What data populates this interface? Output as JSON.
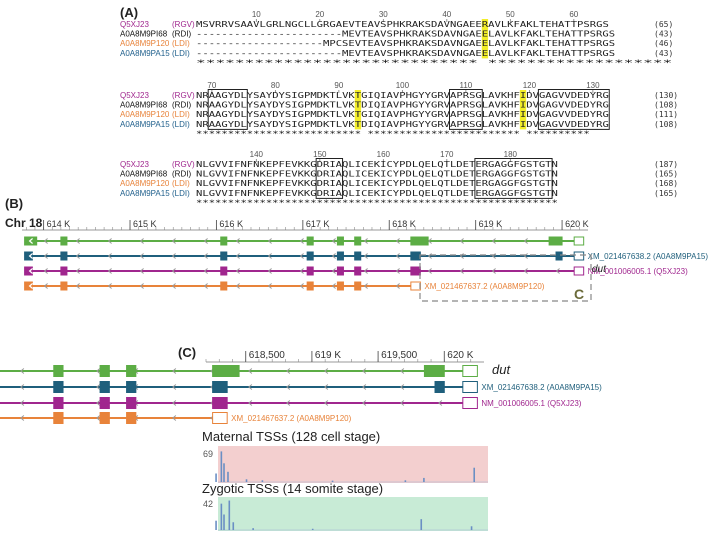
{
  "colors": {
    "RGV": "#a0268e",
    "RDI": "#111111",
    "LDI": "#e8833a",
    "LDI2": "#1f5f8c",
    "green": "#5cad45",
    "lightgreen": "#a8d69a",
    "teal": "#1f5f7c",
    "magenta": "#a0268e",
    "orange": "#e8833a",
    "highlight": "#f2ee2a",
    "maternal_bg": "#f3cfcf",
    "zygotic_bg": "#c8ebd6",
    "tss_bar": "#6a8fc4",
    "dash": "#888888",
    "c_label": "#6b6b3a"
  },
  "panels": {
    "A": "(A)",
    "B": "(B)",
    "C": "(C)"
  },
  "alignment": {
    "blocks": [
      {
        "ruler": [
          {
            "label": "10",
            "col": 10
          },
          {
            "label": "20",
            "col": 20
          },
          {
            "label": "30",
            "col": 30
          },
          {
            "label": "40",
            "col": 40
          },
          {
            "label": "50",
            "col": 50
          },
          {
            "label": "60",
            "col": 60
          }
        ],
        "rows": [
          {
            "id": "Q5XJ23",
            "tag": "(RGV)",
            "seq": "MSVRRVSAAVLGRLNGCLLGRGAEVTEAVSPHKRAKSDAVNGAEERAVLKFAKLTEHATTPSRGS",
            "num": "(65)",
            "color": "RGV"
          },
          {
            "id": "A0A8M9PI68",
            "tag": "(RDI)",
            "seq": "-----------------------MEVTEAVSPHKRAKSDAVNGAEELAVLKFAKLTEHATTPSRGS",
            "num": "(43)",
            "color": "RDI"
          },
          {
            "id": "A0A8M9P120",
            "tag": "(LDI)",
            "seq": "--------------------MPCSEVTEAVSPHKRAKSDAVNGAEELAVLKFAKLTEHATTPSRGS",
            "num": "(46)",
            "color": "LDI"
          },
          {
            "id": "A0A8M9PA15",
            "tag": "(LDI)",
            "seq": "-----------------------MEVTEAVSPHKRAKSDAVNGAEELAVLKFAKLTEHATTPSRGS",
            "num": "(43)",
            "color": "LDI2"
          }
        ],
        "consensus": "                         *****************************  *******************",
        "highlights": [
          46
        ],
        "boxes": []
      },
      {
        "ruler": [
          {
            "label": "70",
            "col": 3
          },
          {
            "label": "80",
            "col": 13
          },
          {
            "label": "90",
            "col": 23
          },
          {
            "label": "100",
            "col": 33
          },
          {
            "label": "110",
            "col": 43
          },
          {
            "label": "120",
            "col": 53
          },
          {
            "label": "130",
            "col": 63
          }
        ],
        "rows": [
          {
            "id": "Q5XJ23",
            "tag": "(RGV)",
            "seq": "NRAAGYDLYSAYDYSIGPMDKTLVKTGIQIAVPHGYYGRVAPRSGLAVKHFIDVGAGVVDEDYRG",
            "num": "(130)",
            "color": "RGV"
          },
          {
            "id": "A0A8M9PI68",
            "tag": "(RDI)",
            "seq": "NRAAGYDLYSAYDYSIGPMDKTLVKTDIQIAVPHGYYGRVAPRSGLAVKHFIDVGAGVVDEDYRG",
            "num": "(108)",
            "color": "RDI"
          },
          {
            "id": "A0A8M9P120",
            "tag": "(LDI)",
            "seq": "NRAAGYDLYSAYDYSIGPMDKTLVKTGIQIAVPHGYYGRVAPRSGLAVKHFIDVGAGVVDEDYRG",
            "num": "(111)",
            "color": "LDI"
          },
          {
            "id": "A0A8M9PA15",
            "tag": "(LDI)",
            "seq": "NRAAGYDLYSAYDYSIGPMDKTLVKTDIQIAVPHGYYGRVAPRSGLAVKHFIDVGAGVVDEDYRG",
            "num": "(108)",
            "color": "LDI2"
          }
        ],
        "consensus": "************************** ************************ **********",
        "highlights": [
          26,
          52
        ],
        "boxes": [
          [
            3,
            8
          ],
          [
            41,
            45
          ],
          [
            55,
            65
          ]
        ]
      },
      {
        "ruler": [
          {
            "label": "140",
            "col": 10
          },
          {
            "label": "150",
            "col": 20
          },
          {
            "label": "160",
            "col": 30
          },
          {
            "label": "170",
            "col": 40
          },
          {
            "label": "180",
            "col": 50
          }
        ],
        "rows": [
          {
            "id": "Q5XJ23",
            "tag": "(RGV)",
            "seq": "NLGVVIFNFNKEPFEVKKGDRIAQLICEKICYPDLQELQTLDETERGAGGFGSTGTN",
            "num": "(187)",
            "color": "RGV"
          },
          {
            "id": "A0A8M9PI68",
            "tag": "(RDI)",
            "seq": "NLGVVIFNFNKEPFEVKKGDRIAQLICEKICYPDLQELQTLDETERGAGGFGSTGTN",
            "num": "(165)",
            "color": "RDI"
          },
          {
            "id": "A0A8M9P120",
            "tag": "(LDI)",
            "seq": "NLGVVIFNFNKEPFEVKKGDRIAQLICEKICYPDLQELQTLDETERGAGGFGSTGTN",
            "num": "(168)",
            "color": "LDI"
          },
          {
            "id": "A0A8M9PA15",
            "tag": "(LDI)",
            "seq": "NLGVVIFNFNKEPFEVKKGDRIAQLICEKICYPDLQELQTLDETERGAGGFGSTGTN",
            "num": "(165)",
            "color": "LDI2"
          }
        ],
        "consensus": "*********************************************************",
        "highlights": [],
        "boxes": [
          [
            20,
            23
          ],
          [
            45,
            56
          ]
        ]
      }
    ]
  },
  "genome": {
    "chr_label": "Chr 18",
    "ticks": [
      {
        "label": "614 K",
        "pos": 614
      },
      {
        "label": "615 K",
        "pos": 615
      },
      {
        "label": "616 K",
        "pos": 616
      },
      {
        "label": "617 K",
        "pos": 617
      },
      {
        "label": "618 K",
        "pos": 618
      },
      {
        "label": "619 K",
        "pos": 619
      },
      {
        "label": "620 K",
        "pos": 620
      }
    ],
    "range_kb": [
      613.75,
      620.3
    ],
    "gene_label": "dut",
    "transcripts": [
      {
        "name": "",
        "color": "green",
        "start": 613.78,
        "end": 620.25,
        "exons": [
          [
            613.78,
            613.92
          ],
          [
            614.2,
            614.27
          ],
          [
            616.05,
            616.12
          ],
          [
            617.05,
            617.12
          ],
          [
            617.4,
            617.47
          ],
          [
            617.6,
            617.67
          ],
          [
            618.25,
            618.45
          ],
          [
            619.85,
            620.0
          ],
          [
            620.14,
            620.25
          ]
        ]
      },
      {
        "name": "XM_021467638.2 (A0A8M9PA15)",
        "color": "teal",
        "start": 613.78,
        "end": 620.25,
        "exons": [
          [
            613.78,
            613.87
          ],
          [
            614.2,
            614.27
          ],
          [
            616.05,
            616.12
          ],
          [
            617.05,
            617.12
          ],
          [
            617.4,
            617.47
          ],
          [
            617.6,
            617.67
          ],
          [
            618.25,
            618.36
          ],
          [
            619.93,
            620.0
          ],
          [
            620.14,
            620.25
          ]
        ]
      },
      {
        "name": "NM_001006005.1 (Q5XJ23)",
        "color": "magenta",
        "start": 613.78,
        "end": 620.25,
        "exons": [
          [
            613.78,
            613.87
          ],
          [
            614.2,
            614.27
          ],
          [
            616.05,
            616.12
          ],
          [
            617.05,
            617.12
          ],
          [
            617.4,
            617.47
          ],
          [
            617.6,
            617.67
          ],
          [
            618.25,
            618.36
          ],
          [
            620.14,
            620.25
          ]
        ]
      },
      {
        "name": "XM_021467637.2 (A0A8M9P120)",
        "color": "orange",
        "start": 613.78,
        "end": 618.36,
        "exons": [
          [
            613.78,
            613.87
          ],
          [
            614.2,
            614.27
          ],
          [
            616.05,
            616.12
          ],
          [
            617.05,
            617.12
          ],
          [
            617.4,
            617.47
          ],
          [
            617.6,
            617.67
          ],
          [
            618.25,
            618.36
          ]
        ]
      }
    ],
    "zoom_label": "C"
  },
  "zoom": {
    "ticks": [
      {
        "label": "618,500",
        "pos": 618.5
      },
      {
        "label": "619 K",
        "pos": 619.0
      },
      {
        "label": "619,500",
        "pos": 619.5
      },
      {
        "label": "620 K",
        "pos": 620.0
      }
    ],
    "range_kb": [
      618.2,
      620.3
    ],
    "gene_label": "dut",
    "maternal": {
      "title": "Maternal TSSs (128 cell stage)",
      "ymax": "69",
      "peaks": [
        [
          618.27,
          0.25
        ],
        [
          618.31,
          0.9
        ],
        [
          618.33,
          0.55
        ],
        [
          618.36,
          0.3
        ],
        [
          618.5,
          0.08
        ],
        [
          618.62,
          0.05
        ],
        [
          619.15,
          0.04
        ],
        [
          619.7,
          0.05
        ],
        [
          619.84,
          0.12
        ],
        [
          620.22,
          0.42
        ]
      ]
    },
    "zygotic": {
      "title": "Zygotic TSSs (14 somite stage)",
      "ymax": "42",
      "peaks": [
        [
          618.27,
          0.3
        ],
        [
          618.31,
          0.85
        ],
        [
          618.33,
          0.5
        ],
        [
          618.37,
          0.95
        ],
        [
          618.4,
          0.25
        ],
        [
          618.55,
          0.06
        ],
        [
          619.0,
          0.04
        ],
        [
          619.82,
          0.35
        ],
        [
          620.2,
          0.12
        ]
      ]
    }
  }
}
